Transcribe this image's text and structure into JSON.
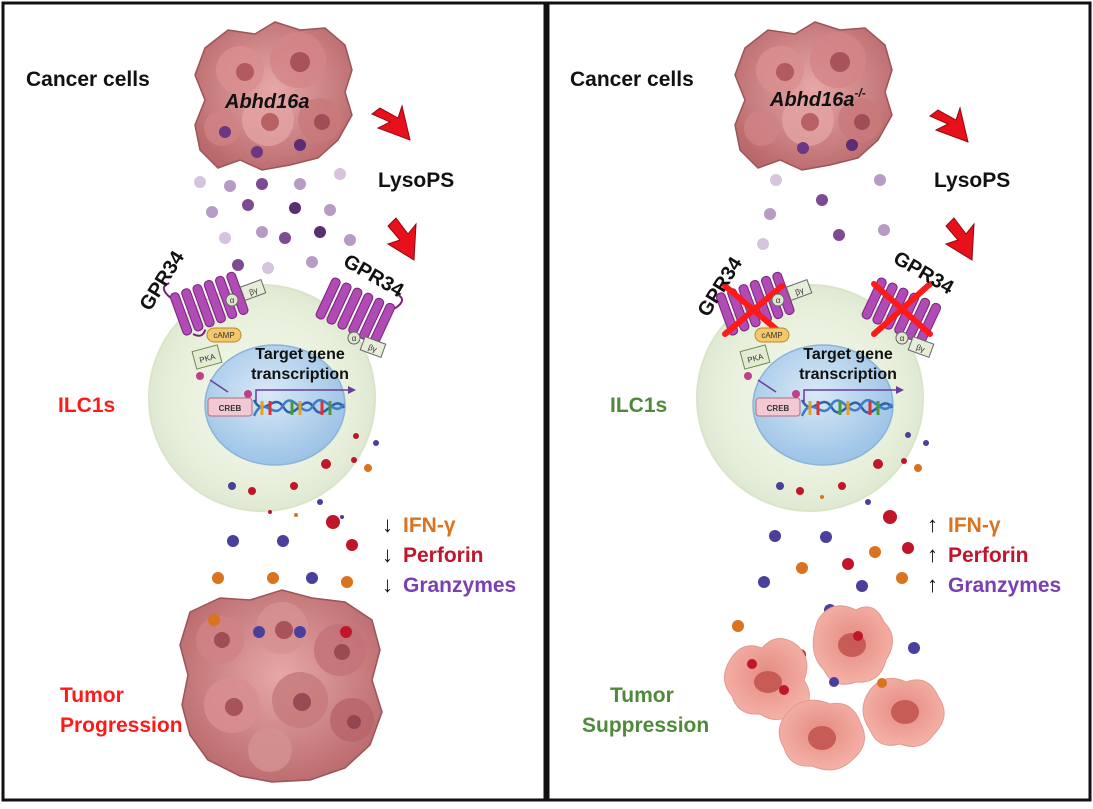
{
  "colors": {
    "frame": "#111111",
    "red_label": "#ff1a1a",
    "green_label": "#4f8a3a",
    "ifn": "#d9731f",
    "perforin": "#c0152a",
    "granzymes": "#7a3fb0",
    "receptor": "#b04ab4",
    "nucleus": "#b9d6ee",
    "cell": "#e6efda",
    "tumor": "#c9787a",
    "dying_tumor": "#f0a79e"
  },
  "panels": [
    {
      "cancer_label": "Cancer cells",
      "gene_label": "Abhd16a",
      "gene_sup": "",
      "lysops_label": "LysoPS",
      "receptor_left": "GPR34",
      "receptor_right": "GPR34",
      "g_protein_label": "βγ",
      "alpha_label": "α",
      "camp_label": "cAMP",
      "pka_label": "PKA",
      "creb_label": "CREB",
      "target_line1": "Target gene",
      "target_line2": "transcription",
      "ilc_label": "ILC1s",
      "cytokines": [
        {
          "arrow": "↓",
          "label": "IFN-γ"
        },
        {
          "arrow": "↓",
          "label": "Perforin"
        },
        {
          "arrow": "↓",
          "label": "Granzymes"
        }
      ],
      "outcome_line1": "Tumor",
      "outcome_line2": "Progression",
      "knockout": false
    },
    {
      "cancer_label": "Cancer cells",
      "gene_label": "Abhd16a",
      "gene_sup": "-/-",
      "lysops_label": "LysoPS",
      "receptor_left": "GPR34",
      "receptor_right": "GPR34",
      "g_protein_label": "βγ",
      "alpha_label": "α",
      "camp_label": "cAMP",
      "pka_label": "PKA",
      "creb_label": "CREB",
      "target_line1": "Target gene",
      "target_line2": "transcription",
      "ilc_label": "ILC1s",
      "cytokines": [
        {
          "arrow": "↑",
          "label": "IFN-γ"
        },
        {
          "arrow": "↑",
          "label": "Perforin"
        },
        {
          "arrow": "↑",
          "label": "Granzymes"
        }
      ],
      "outcome_line1": "Tumor",
      "outcome_line2": "Suppression",
      "knockout": true
    }
  ]
}
